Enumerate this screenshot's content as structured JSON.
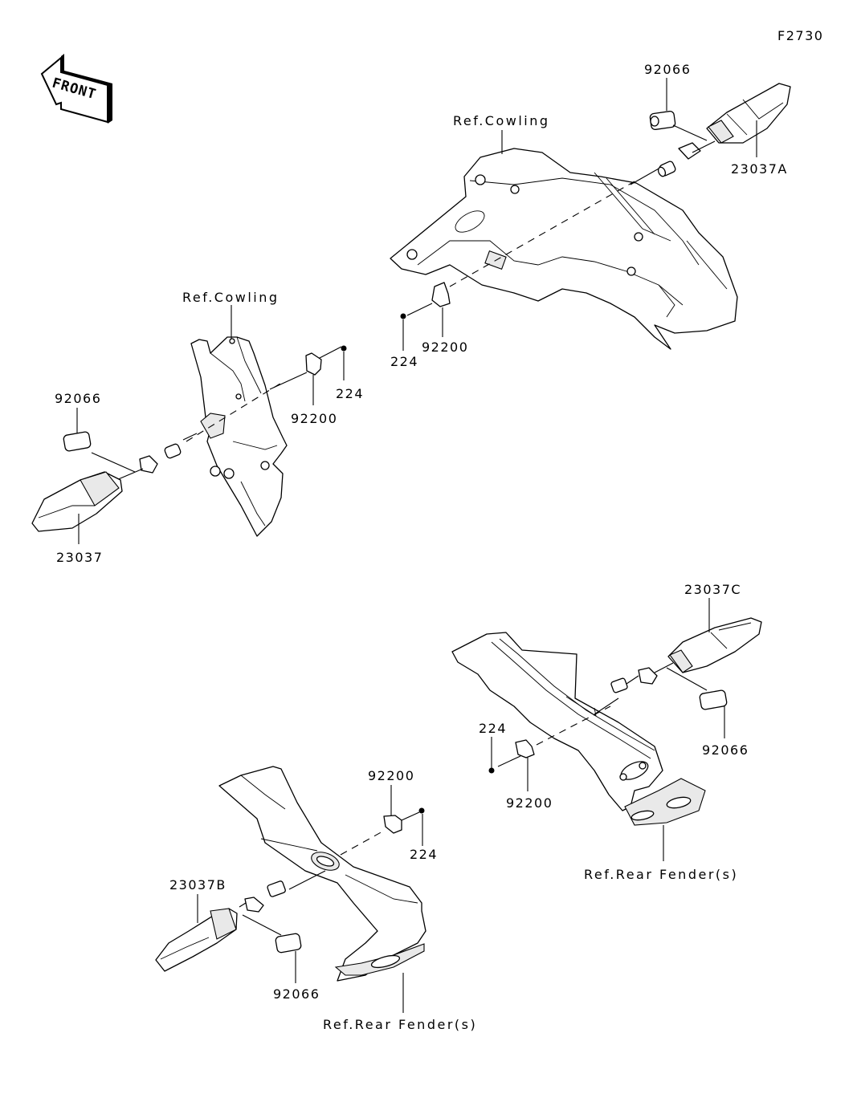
{
  "diagram_id": "F2730",
  "front_arrow": {
    "label": "FRONT",
    "icon": "front-direction-arrow-icon"
  },
  "groups": [
    {
      "name": "front-right-turn-signal",
      "labels": {
        "ref": "Ref.Cowling",
        "connector": "92066",
        "signal": "23037A",
        "clip": "92200",
        "screw": "224"
      }
    },
    {
      "name": "front-left-turn-signal",
      "labels": {
        "ref": "Ref.Cowling",
        "connector": "92066",
        "signal": "23037",
        "clip": "92200",
        "screw": "224"
      }
    },
    {
      "name": "rear-right-turn-signal",
      "labels": {
        "ref": "Ref.Rear Fender(s)",
        "connector": "92066",
        "signal": "23037C",
        "clip": "92200",
        "screw": "224"
      }
    },
    {
      "name": "rear-left-turn-signal",
      "labels": {
        "ref": "Ref.Rear Fender(s)",
        "connector": "92066",
        "signal": "23037B",
        "clip": "92200",
        "screw": "224"
      }
    }
  ]
}
